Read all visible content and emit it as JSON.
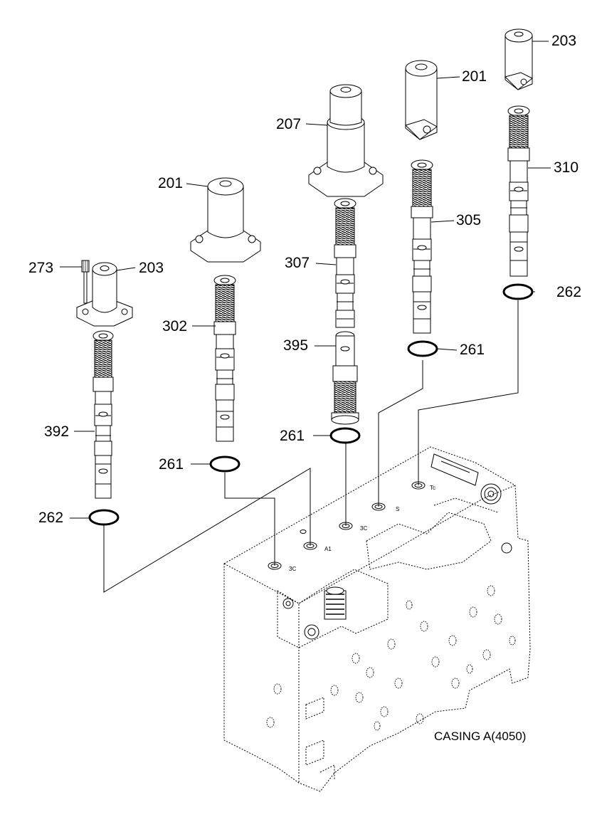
{
  "labels": {
    "l203a": "203",
    "l201a": "201",
    "l207": "207",
    "l201b": "201",
    "l310": "310",
    "l305": "305",
    "l307": "307",
    "l262a": "262",
    "l273": "273",
    "l203b": "203",
    "l302": "302",
    "l395": "395",
    "l261a": "261",
    "l261b": "261",
    "l392": "392",
    "l261c": "261",
    "l262b": "262"
  },
  "caption": "CASING A(4050)",
  "ports": {
    "p1": "Tc",
    "p2": "S",
    "p3": "3C",
    "p4": "A1",
    "p5": "3C"
  }
}
